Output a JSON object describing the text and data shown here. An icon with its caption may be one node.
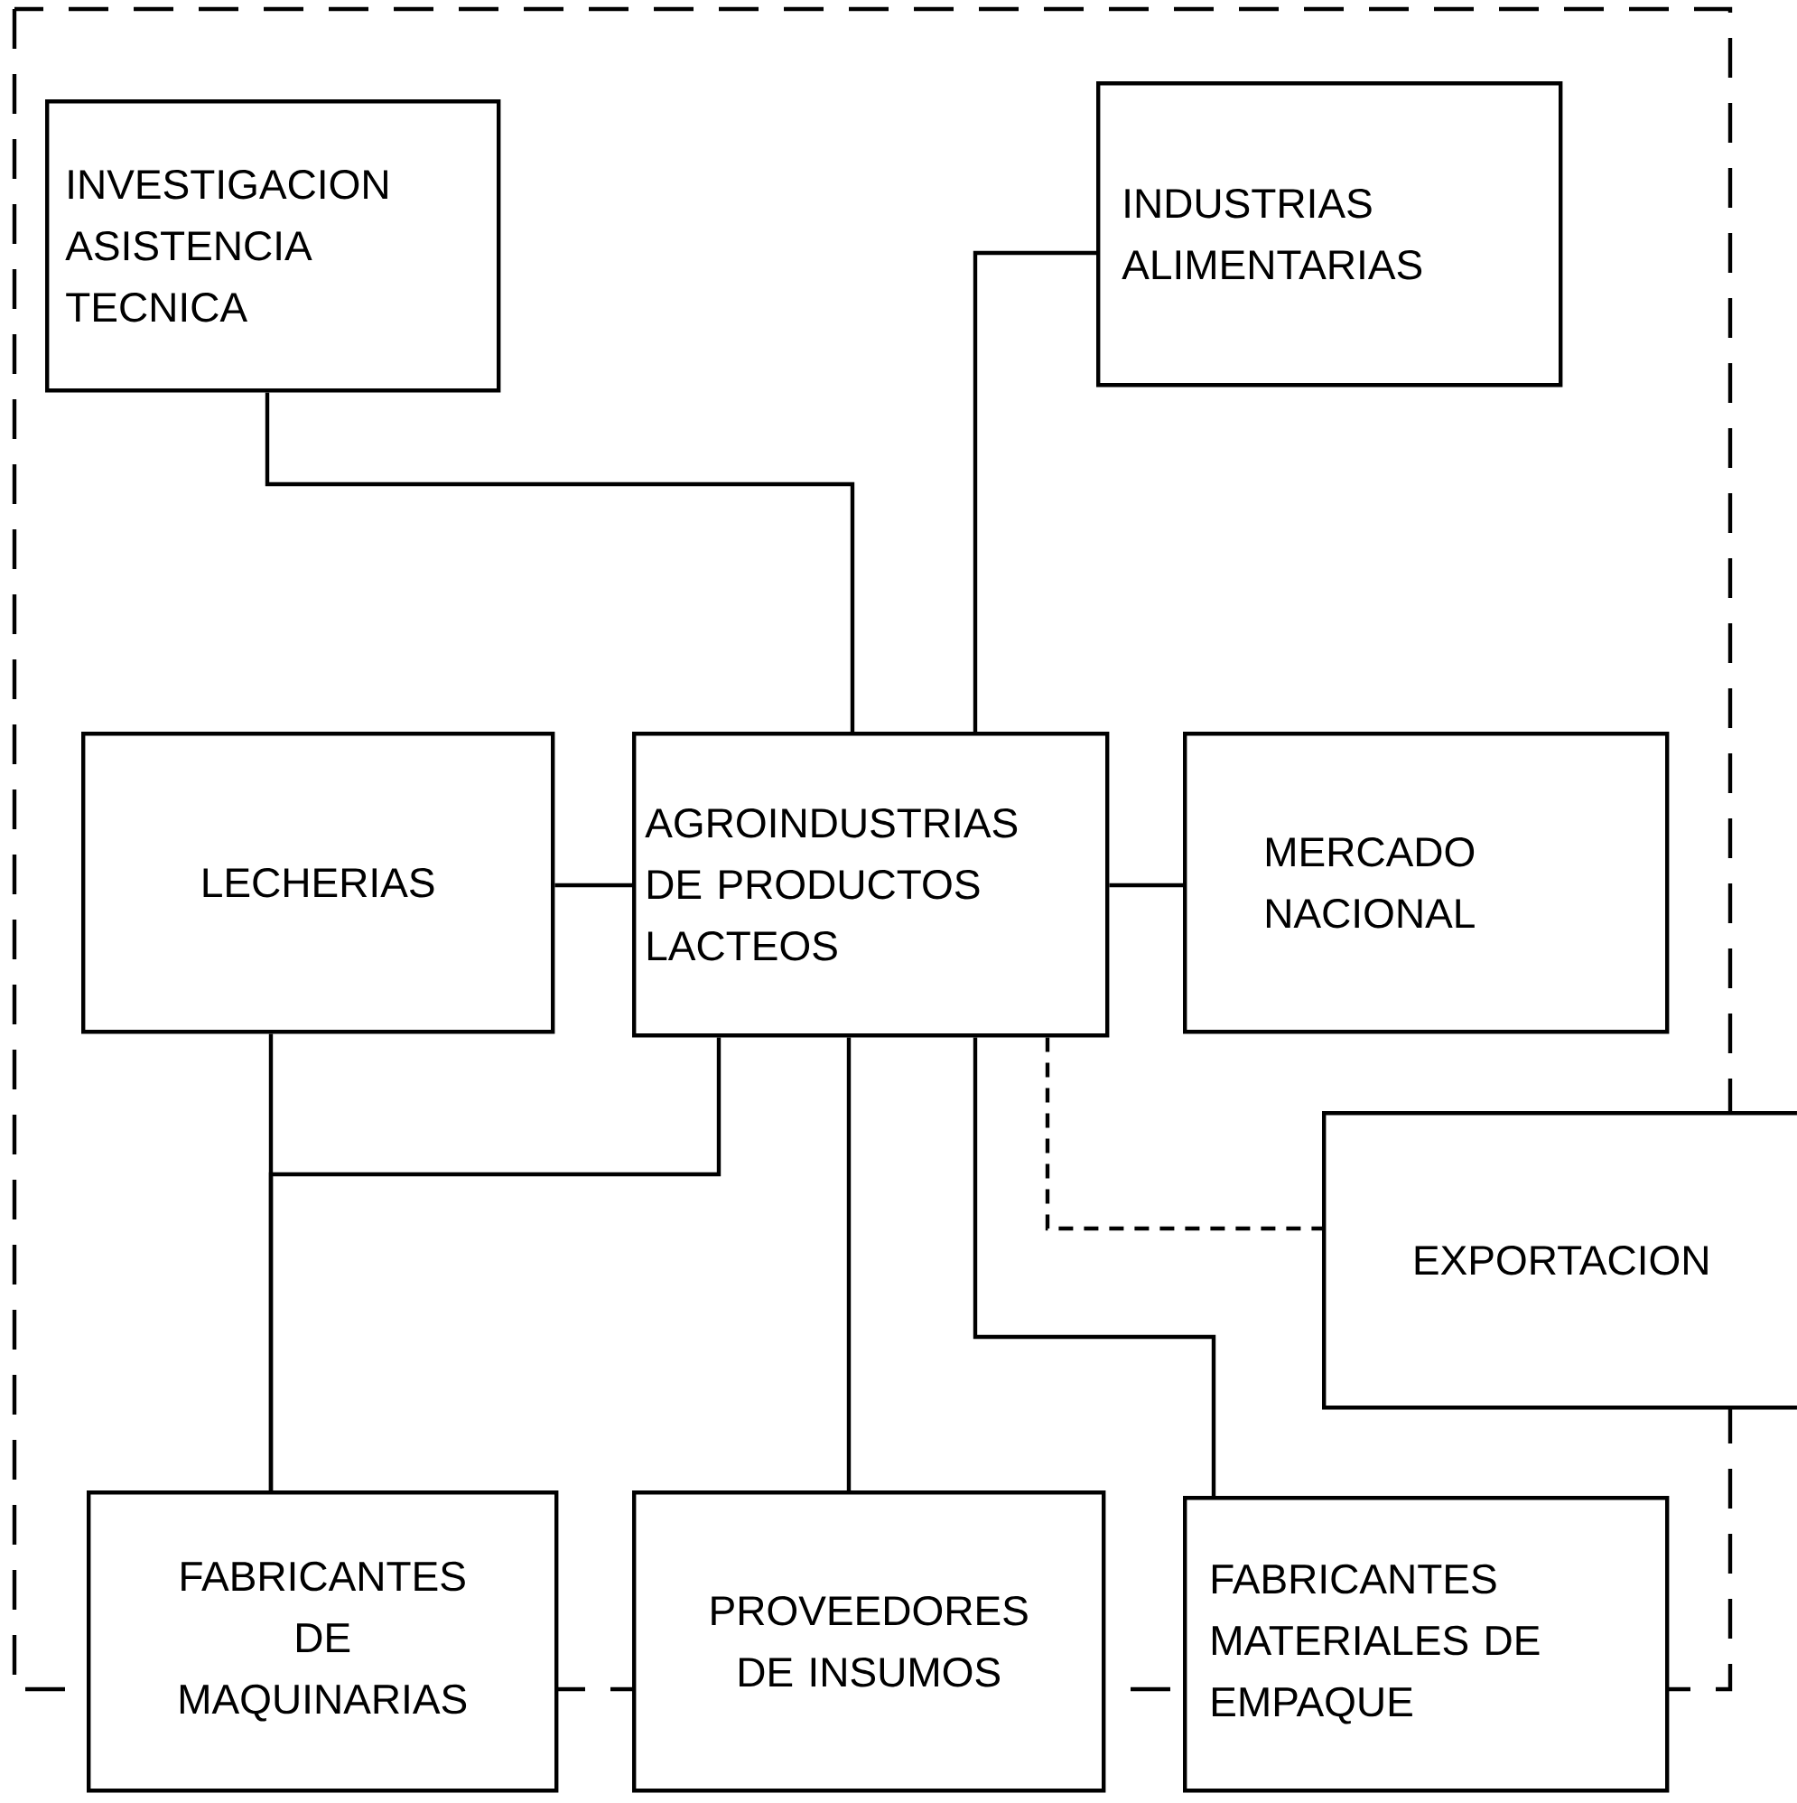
{
  "diagram": {
    "nodes": [
      {
        "text": [
          "INVESTIGACION ASISTENCIA TECNICA"
        ]
      },
      {
        "text": [
          "INDUSTRIAS ALIMENTARIAS"
        ]
      },
      {
        "text": [
          "LECHERIAS"
        ]
      },
      {
        "text": [
          "AGROINDUSTRIAS DE PRODUCTOS LACTEOS"
        ]
      },
      {
        "text": [
          "MERCADO NACIONAL"
        ]
      },
      {
        "text": [
          "EXPORTACION"
        ]
      },
      {
        "text": [
          "FABRICANTES DE MAQUINARIAS"
        ]
      },
      {
        "text": [
          "PROVEEDORES DE INSUMOS"
        ]
      },
      {
        "text": [
          "FABRICANTES MATERIALES DE EMPAQUE"
        ]
      }
    ],
    "edges": [
      {
        "from": 0,
        "to": 3,
        "arrow": "none"
      },
      {
        "from": 1,
        "to": 3,
        "arrow": "none"
      },
      {
        "from": 2,
        "to": 3,
        "arrow": "none"
      },
      {
        "from": 3,
        "to": 4,
        "arrow": "none"
      },
      {
        "from": 3,
        "to": 5,
        "arrow": "none",
        "style": "dashed"
      },
      {
        "from": 2,
        "to": 6,
        "arrow": "none"
      },
      {
        "from": 3,
        "to": 6,
        "arrow": "none"
      },
      {
        "from": 3,
        "to": 7,
        "arrow": "none"
      },
      {
        "from": 3,
        "to": 8,
        "arrow": "none"
      }
    ]
  }
}
